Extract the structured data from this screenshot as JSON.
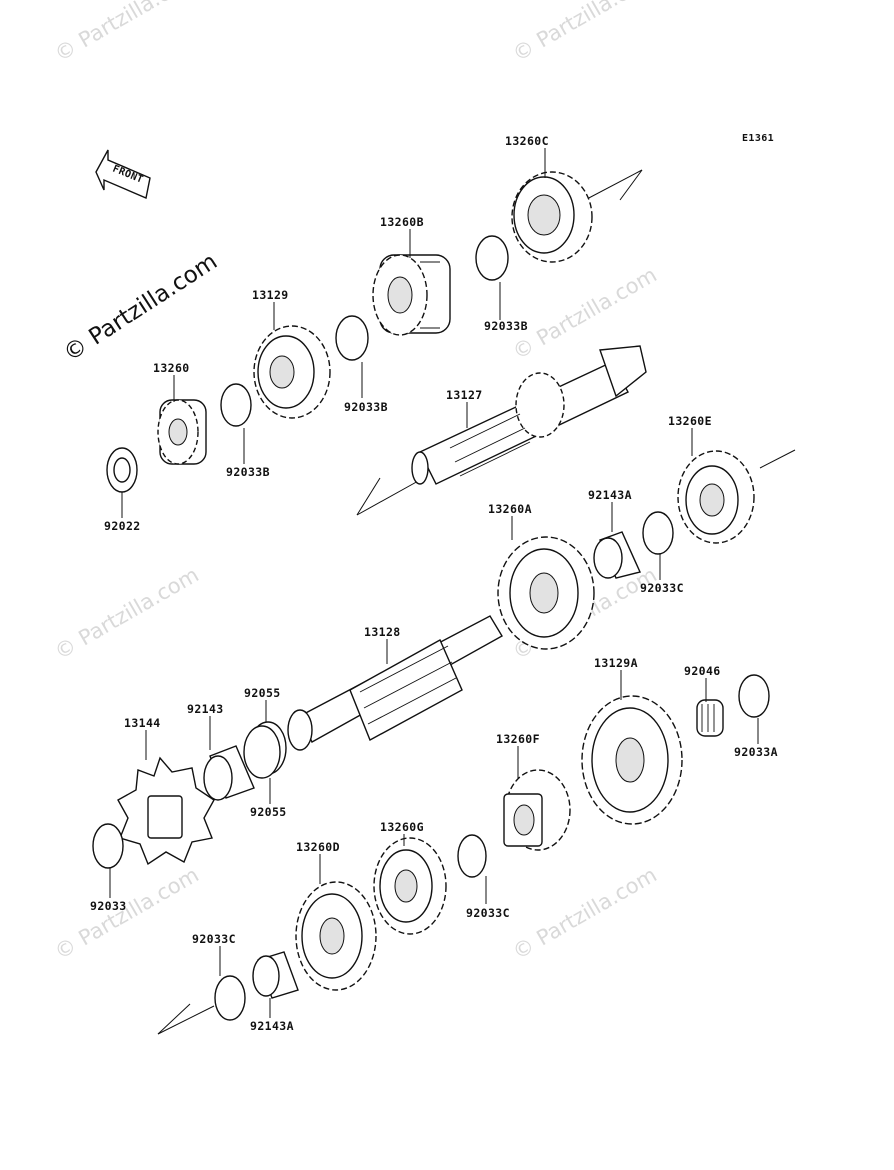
{
  "diagram": {
    "code": "E1361",
    "front_label": "FRONT",
    "watermark_main": "© Partzilla.com",
    "watermark_faint": "© Partzilla.com",
    "parts": [
      "13260C",
      "13260B",
      "92033B",
      "13129",
      "92033B",
      "13260",
      "92033B",
      "92022",
      "13127",
      "13260E",
      "92143A",
      "13260A",
      "92033C",
      "13128",
      "92055",
      "92143",
      "13144",
      "92055",
      "13129A",
      "92046",
      "92033A",
      "13260F",
      "13260G",
      "92033C",
      "13260D",
      "92033",
      "92033C",
      "92143A"
    ]
  }
}
